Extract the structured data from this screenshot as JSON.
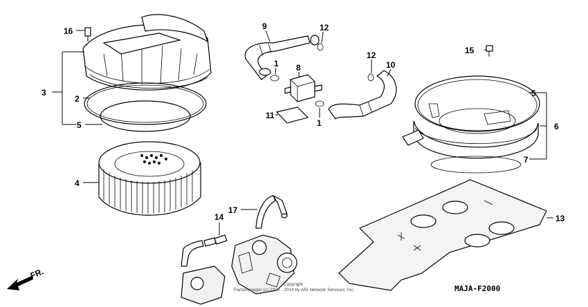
{
  "diagram": {
    "part_numbers": [
      "16",
      "3",
      "2",
      "5",
      "4",
      "9",
      "12",
      "1",
      "8",
      "11",
      "1",
      "12",
      "10",
      "15",
      "5",
      "6",
      "7",
      "13",
      "17",
      "14"
    ],
    "drawing_code": "MAJA-F2000",
    "front_label": "FR.",
    "copyright_line1": "Copyright",
    "copyright_line2": "Partsmanager (c) 2004 - 2014 by ARI Network Services, Inc."
  }
}
